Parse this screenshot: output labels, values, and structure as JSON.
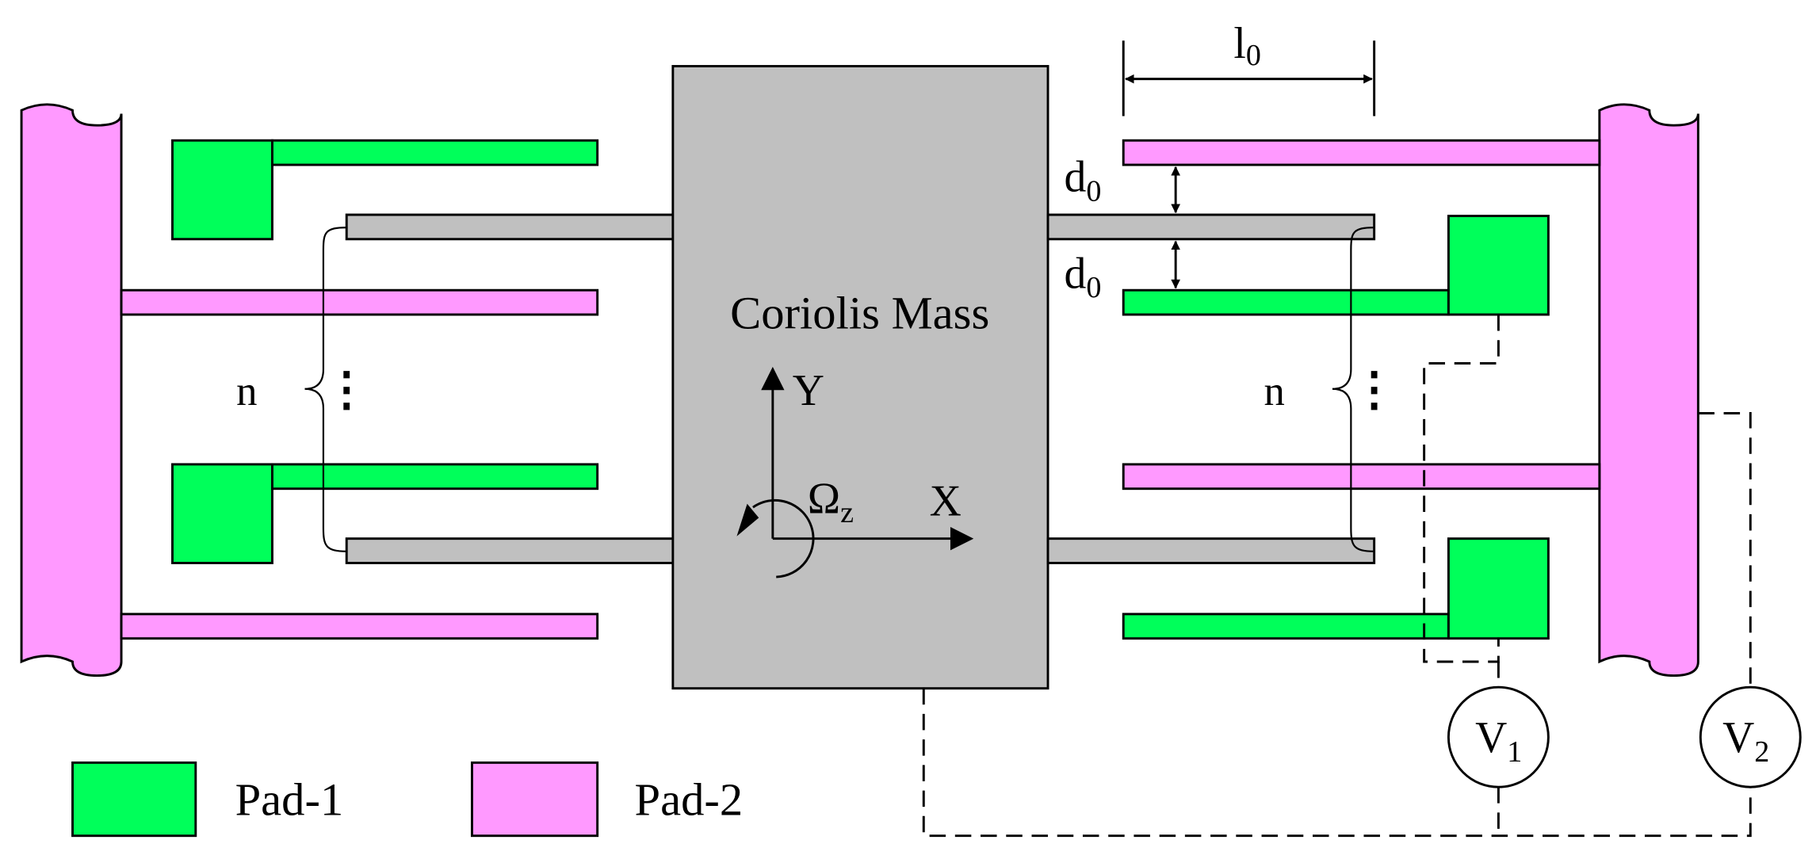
{
  "colors": {
    "pad1": "#00FF5A",
    "pad2": "#FF99FF",
    "mass": "#C0C0C0",
    "stroke": "#000000"
  },
  "mass": {
    "label": "Coriolis Mass"
  },
  "axes": {
    "x_label": "X",
    "y_label": "Y",
    "omega_main": "Ω",
    "omega_sub": "z"
  },
  "dimensions": {
    "gap_main": "d",
    "gap_sub": "0",
    "length_main": "l",
    "length_sub": "0"
  },
  "count_label": "n",
  "ellipsis": "⋮",
  "voltmeters": [
    {
      "main": "V",
      "sub": "1"
    },
    {
      "main": "V",
      "sub": "2"
    }
  ],
  "legend": [
    {
      "label": "Pad-1",
      "color_key": "pad1"
    },
    {
      "label": "Pad-2",
      "color_key": "pad2"
    }
  ]
}
